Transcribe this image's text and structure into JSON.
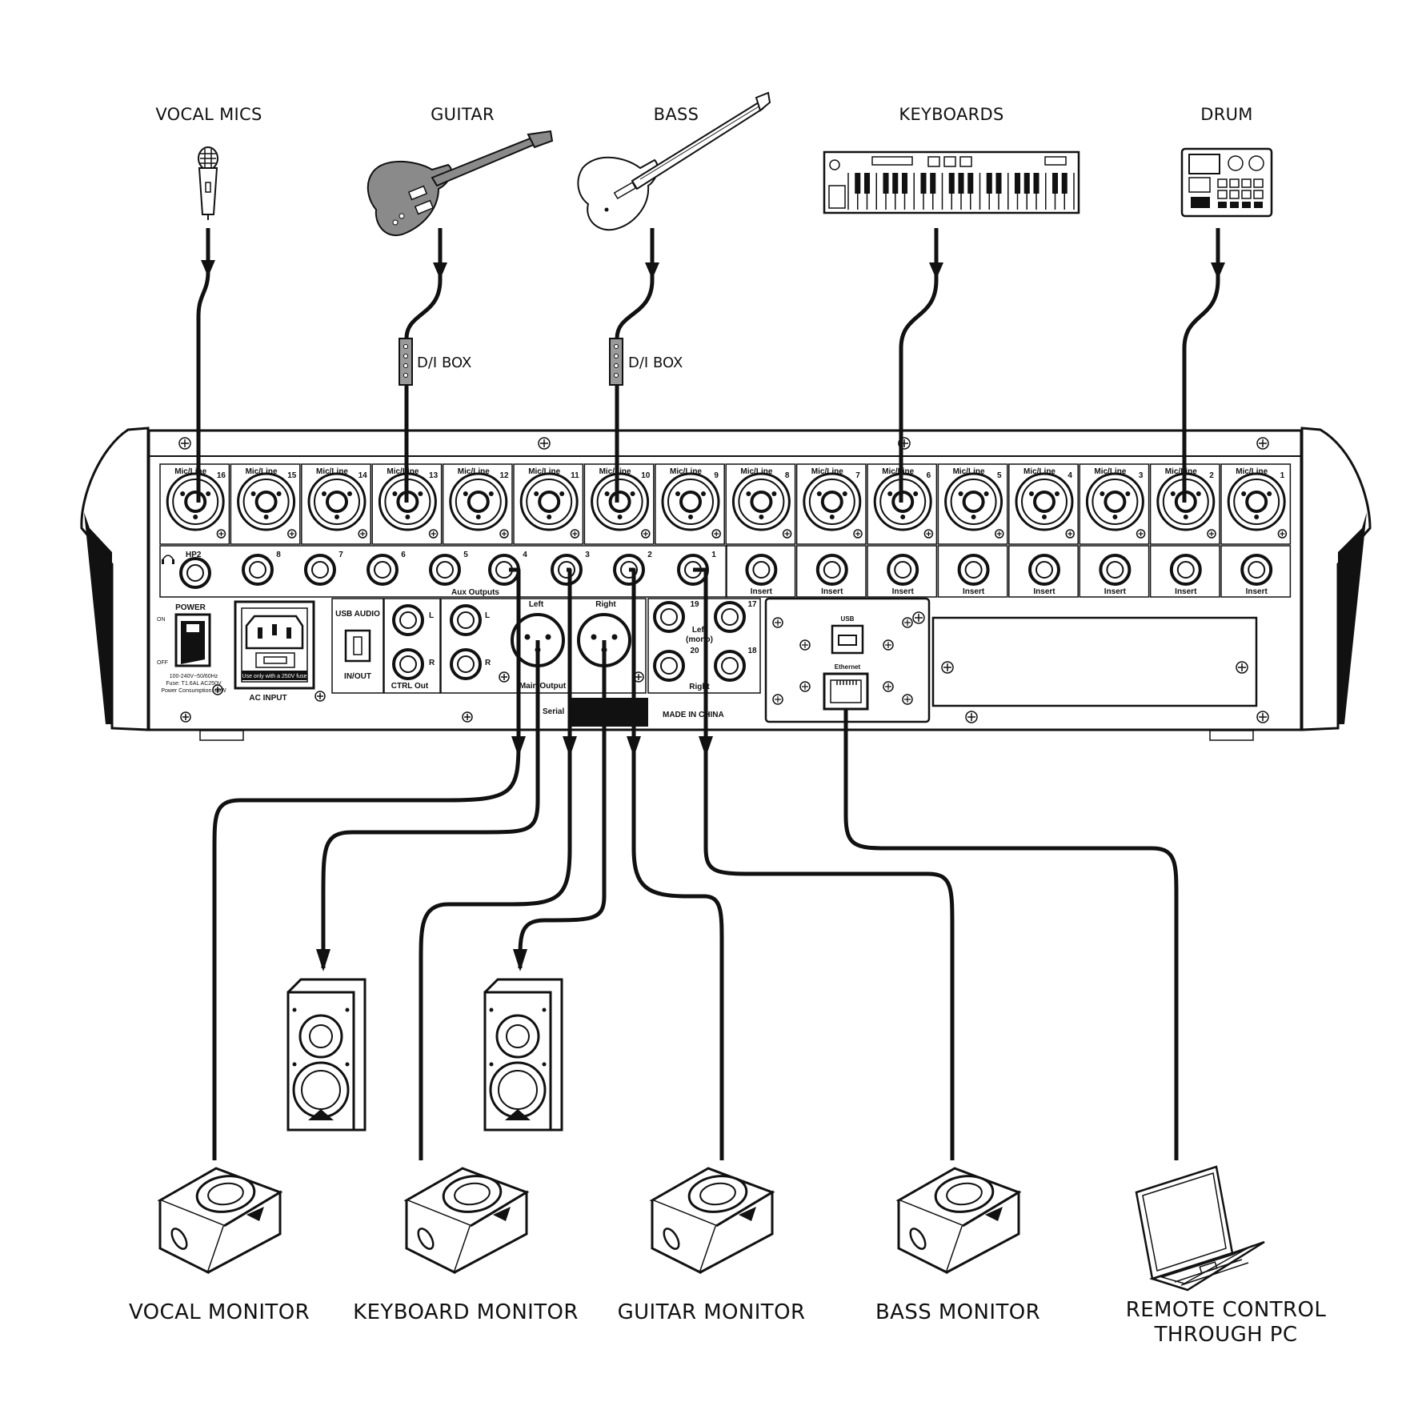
{
  "sources": {
    "vocal_mics": "VOCAL MICS",
    "guitar": "GUITAR",
    "bass": "BASS",
    "keyboards": "KEYBOARDS",
    "drum": "DRUM"
  },
  "di_box_label": "D/I BOX",
  "mixer": {
    "mic_line_label": "Mic/Line",
    "insert_label": "Insert",
    "hp_label": "HP2",
    "aux_outputs_label": "Aux Outputs",
    "power_label": "POWER",
    "on_label": "ON",
    "off_label": "OFF",
    "power_spec_1": "100-240V~50/60Hz",
    "power_spec_2": "Fuse: T1.6AL AC250V",
    "power_spec_3": "Power Consumption: 60W",
    "fuse_note": "Use only with a 250V fuse",
    "ac_input_label": "AC INPUT",
    "usb_audio_label": "USB AUDIO",
    "in_out_label": "IN/OUT",
    "ctrl_out_label": "CTRL Out",
    "l_label": "L",
    "r_label": "R",
    "left_label": "Left",
    "right_label": "Right",
    "main_output_label": "Main Output",
    "left_mono_label_1": "Left",
    "left_mono_label_2": "(mono)",
    "right_label_2": "Right",
    "serial_label": "Serial",
    "made_in_label": "MADE IN CHINA",
    "usb_label": "USB",
    "ethernet_label": "Ethernet",
    "channels": [
      "16",
      "15",
      "14",
      "13",
      "12",
      "11",
      "10",
      "9",
      "8",
      "7",
      "6",
      "5",
      "4",
      "3",
      "2",
      "1"
    ],
    "aux_numbers": [
      "8",
      "7",
      "6",
      "5",
      "4",
      "3",
      "2",
      "1"
    ],
    "main_jacks": [
      "19",
      "17",
      "20",
      "18"
    ]
  },
  "destinations": {
    "vocal_monitor": "VOCAL MONITOR",
    "keyboard_monitor": "KEYBOARD MONITOR",
    "guitar_monitor": "GUITAR MONITOR",
    "bass_monitor": "BASS MONITOR",
    "remote_line_1": "REMOTE CONTROL",
    "remote_line_2": "THROUGH PC"
  }
}
